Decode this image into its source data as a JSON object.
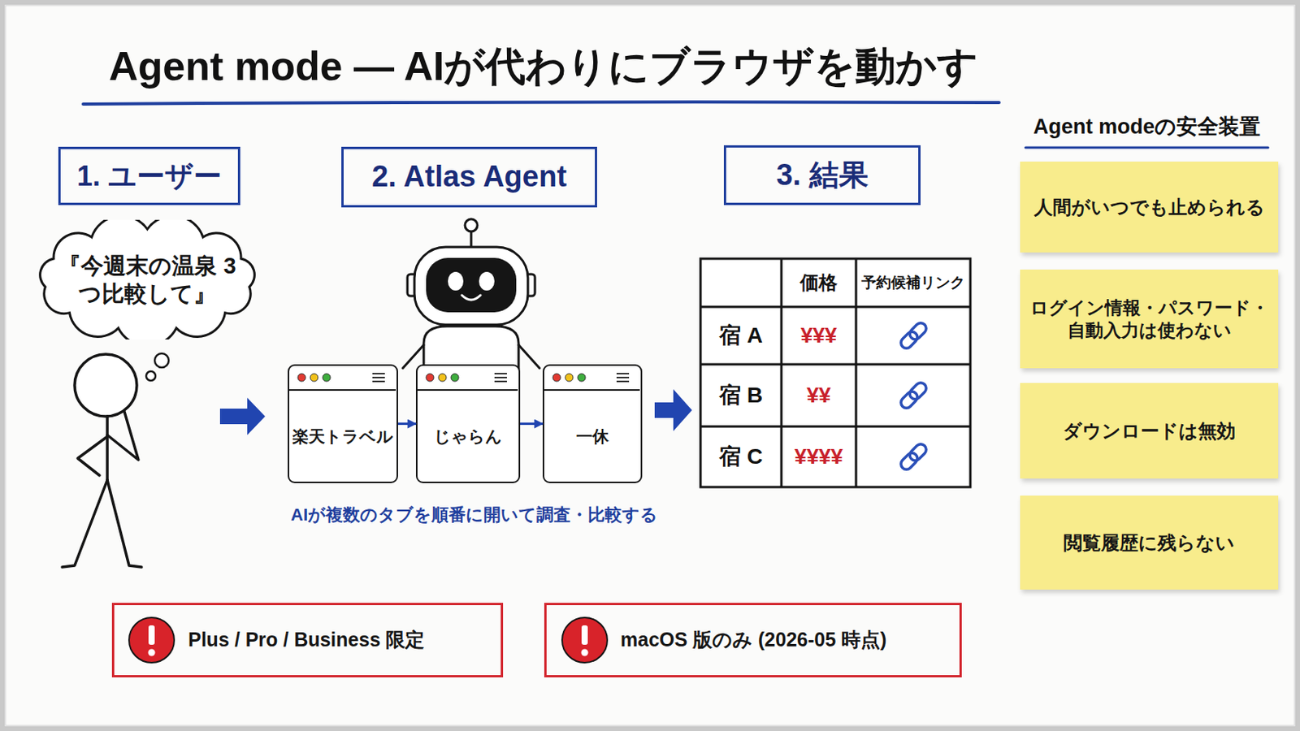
{
  "diagram": {
    "title": "Agent mode — AIが代わりにブラウザを動かす",
    "nodes": [
      {
        "text": [
          "1. ユーザー"
        ]
      },
      {
        "text": [
          "2. Atlas Agent"
        ]
      },
      {
        "text": [
          "3. 結果"
        ]
      },
      {
        "text": [
          "『今週末の温泉 3つ比較して』"
        ]
      },
      {
        "text": [
          "楽天トラベル"
        ]
      },
      {
        "text": [
          "じゃらん"
        ]
      },
      {
        "text": [
          "一休"
        ]
      },
      {
        "text": [
          "人間がいつでも止められる"
        ]
      },
      {
        "text": [
          "ログイン情報・パスワード・自動入力は使わない"
        ]
      },
      {
        "text": [
          "ダウンロードは無効"
        ]
      },
      {
        "text": [
          "閲覧履歴に残らない"
        ]
      },
      {
        "text": [
          "Plus / Pro / Business 限定"
        ]
      },
      {
        "text": [
          "macOS 版のみ (2026-05 時点)"
        ]
      }
    ],
    "edges": [
      {
        "from": 4,
        "to": 5,
        "arrow": "to"
      },
      {
        "from": 5,
        "to": 6,
        "arrow": "to"
      }
    ],
    "labels": [
      "Agent modeの安全装置",
      "AIが複数のタブを順番に開いて調査・比較する",
      "価格",
      "予約候補リンク",
      "宿 A",
      "¥¥¥",
      "宿 B",
      "¥¥",
      "宿 C",
      "¥¥¥¥"
    ]
  }
}
